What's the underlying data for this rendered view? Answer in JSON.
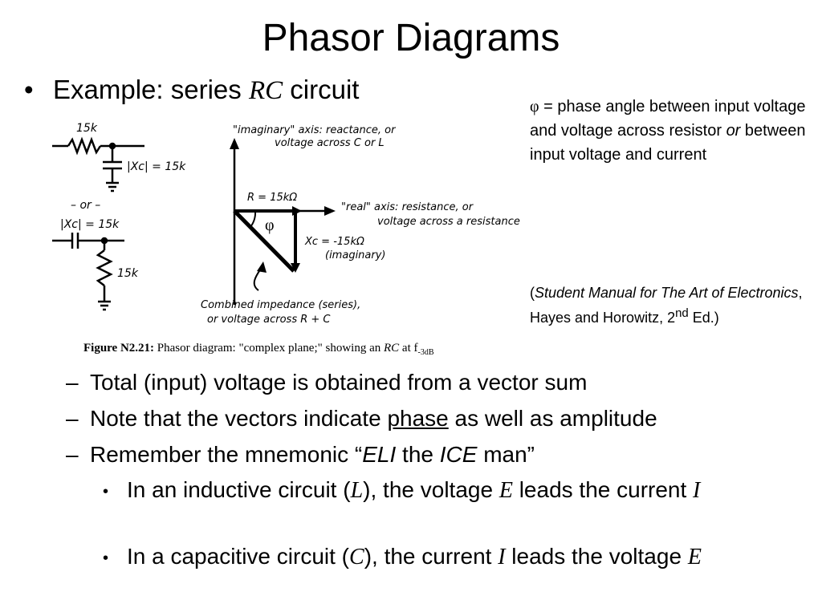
{
  "title": "Phasor Diagrams",
  "bullet": {
    "prefix": "Example: series ",
    "rc": "RC",
    "suffix": " circuit"
  },
  "note": {
    "phi": "φ",
    "eq": " = phase angle between input voltage and voltage across resistor ",
    "or": "or",
    "rest": " between input voltage and current"
  },
  "citation": {
    "open": "(",
    "italic": "Student Manual for The Art of Electronics",
    "rest": ", Hayes and Horowitz, 2",
    "sup": "nd",
    "end": " Ed.)"
  },
  "figure": {
    "r_label": "15k",
    "xc_label": "|Xc| = 15k",
    "or_label": "– or –",
    "xc_label2": "|Xc| = 15k",
    "r_label2": "15k",
    "imag_axis_1": "\"imaginary\" axis: reactance, or",
    "imag_axis_2": "voltage across C or L",
    "r_vec": "R = 15kΩ",
    "real_axis_1": "\"real\" axis: resistance, or",
    "real_axis_2": "voltage across a resistance",
    "phi": "φ",
    "xc_vec_1": "Xc = -15kΩ",
    "xc_vec_2": "(imaginary)",
    "combined_1": "Combined impedance (series),",
    "combined_2": "or voltage across R + C",
    "caption_bold": "Figure N2.21:",
    "caption": " Phasor diagram: \"complex plane;\" showing an ",
    "caption_rc": "RC",
    "caption_at": " at f",
    "caption_sub": "-3dB"
  },
  "subbullets": [
    {
      "dash": "–",
      "text": "Total (input) voltage is obtained from a vector sum"
    },
    {
      "dash": "–",
      "pre": "Note that the vectors indicate ",
      "link": "phase",
      "post": " as well as amplitude"
    },
    {
      "dash": "–",
      "pre": "Remember the mnemonic “",
      "eli": "ELI",
      "mid": " the ",
      "ice": "ICE",
      "post": " man”"
    }
  ],
  "subsub": [
    {
      "dot": "•",
      "a": "In an inductive circuit (",
      "v1": "L",
      "b": "), the voltage ",
      "v2": "E",
      "c": " leads the current ",
      "v3": "I"
    },
    {
      "dot": "•",
      "a": "In a capacitive circuit (",
      "v1": "C",
      "b": "), the current ",
      "v2": "I",
      "c": " leads the voltage ",
      "v3": "E"
    }
  ]
}
